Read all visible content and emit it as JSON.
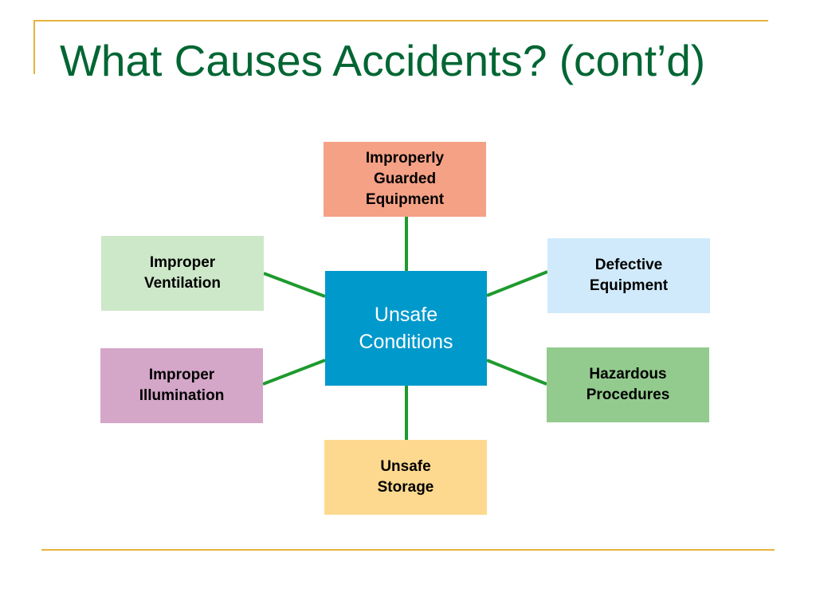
{
  "slide": {
    "title": "What Causes Accidents? (cont’d)"
  },
  "colors": {
    "title": "#006633",
    "accent": "#e6b33b",
    "connector": "#1f9a2e",
    "center": "#0099cc",
    "top": "#f4a185",
    "bottom": "#fdd98f",
    "upper_left": "#cde8c8",
    "lower_left": "#d4a6c8",
    "upper_right": "#d0eafb",
    "lower_right": "#93cb8e"
  },
  "diagram": {
    "center": {
      "lines": [
        "Unsafe",
        "Conditions"
      ]
    },
    "top": {
      "lines": [
        "Improperly",
        "Guarded",
        "Equipment"
      ]
    },
    "bottom": {
      "lines": [
        "Unsafe",
        "Storage"
      ]
    },
    "upper_left": {
      "lines": [
        "Improper",
        "Ventilation"
      ]
    },
    "lower_left": {
      "lines": [
        "Improper",
        "Illumination"
      ]
    },
    "upper_right": {
      "lines": [
        "Defective",
        "Equipment"
      ]
    },
    "lower_right": {
      "lines": [
        "Hazardous",
        "Procedures"
      ]
    }
  }
}
